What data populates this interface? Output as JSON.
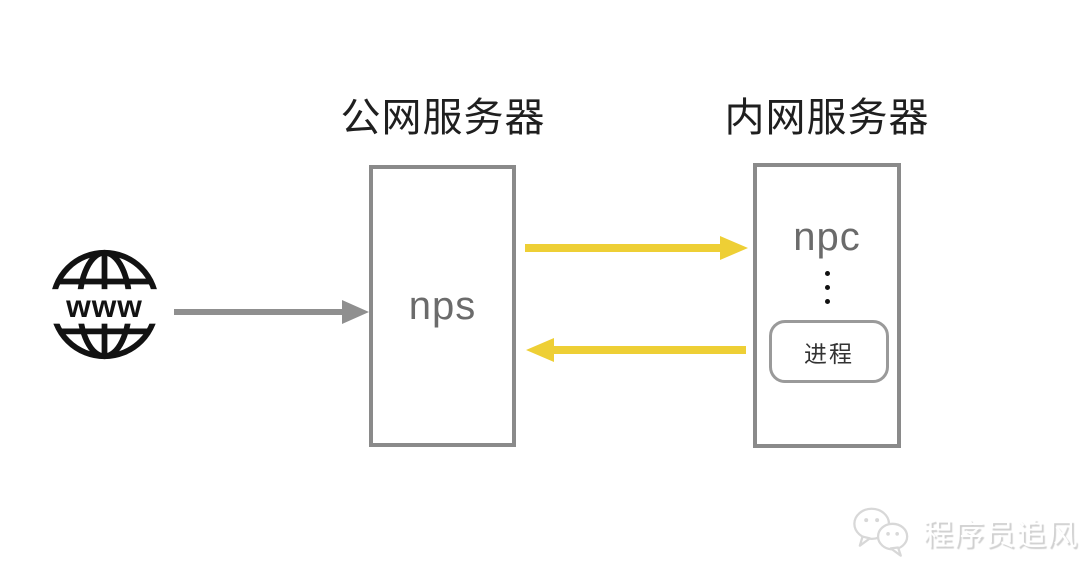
{
  "diagram": {
    "left_server": {
      "title": "公网服务器",
      "node_label": "nps"
    },
    "right_server": {
      "title": "内网服务器",
      "node_label": "npc",
      "process_label": "进程"
    },
    "internet": {
      "globe_label": "www"
    },
    "arrows": [
      {
        "name": "www-to-nps",
        "direction": "right",
        "color": "#8f8f8f"
      },
      {
        "name": "nps-to-npc",
        "direction": "right",
        "color": "#eecf35"
      },
      {
        "name": "npc-to-nps",
        "direction": "left",
        "color": "#eecf35"
      }
    ],
    "colors": {
      "box_border": "#8a8a8a",
      "process_border": "#9a9a9a",
      "node_text": "#6b6b6b",
      "title_text": "#1f1f1f",
      "arrow_gray": "#8f8f8f",
      "arrow_yellow": "#eecf35"
    }
  },
  "watermark": {
    "text": "程序员追风",
    "icon": "wechat-icon"
  }
}
